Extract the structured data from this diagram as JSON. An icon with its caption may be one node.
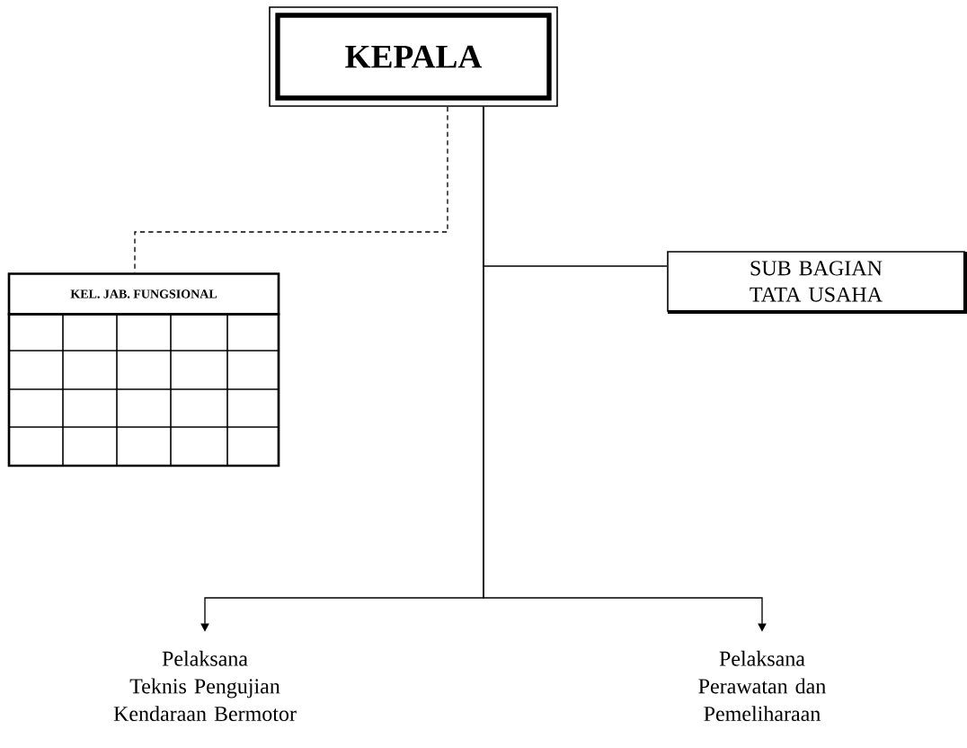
{
  "diagram": {
    "nodes": [
      {
        "text": [
          "KEPALA"
        ]
      },
      {
        "text": [
          "KEL. JAB. FUNGSIONAL"
        ]
      },
      {
        "text": [
          "SUB BAGIAN TATA USAHA"
        ]
      },
      {
        "text": [
          "Pelaksana Teknis Pengujian Kendaraan Bermotor"
        ]
      },
      {
        "text": [
          "Pelaksana Perawatan dan Pemeliharaan"
        ]
      }
    ],
    "edges": [
      {
        "from": 0,
        "to": 1,
        "arrow": "none",
        "style": "dashed"
      },
      {
        "from": 0,
        "to": 2,
        "arrow": "none"
      },
      {
        "from": 0,
        "to": 3,
        "arrow": "to"
      },
      {
        "from": 0,
        "to": 4,
        "arrow": "to"
      }
    ]
  }
}
